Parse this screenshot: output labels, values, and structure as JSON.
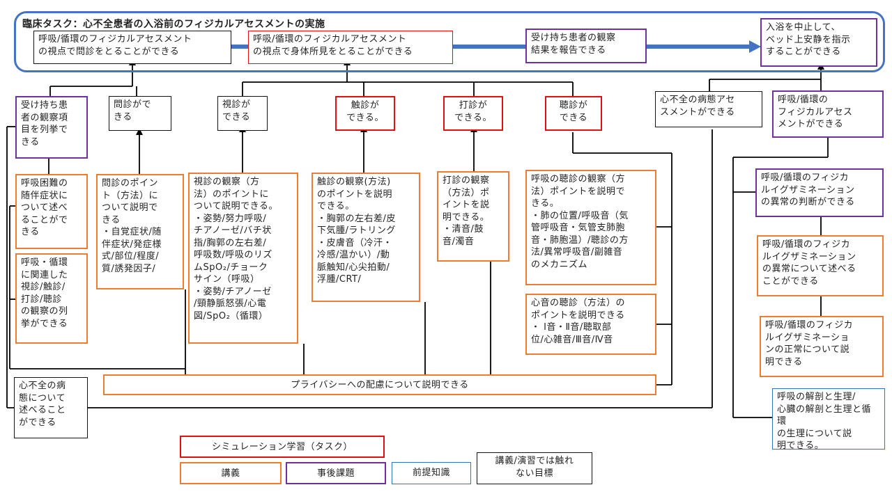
{
  "title": "臨床タスク：心不全患者の入浴前のフィジカルアセスメントの実施",
  "top": {
    "goal1": "呼吸/循環のフィジカルアセスメント\nの視点で問診をとることができる",
    "goal2": "呼吸/循環のフィジカルアセスメント\nの視点で身体所見をとることができる",
    "goal3": "受け持ち患者の観察\n結果を報告できる",
    "goal4": "入浴を中止して、\nベッド上安静を指示\nすることができる"
  },
  "mid": {
    "observe_list": "受け持ち患\n者の観察項\n目を列挙で\nきる",
    "interview": "問診がで\nきる",
    "inspection": "視診が\nできる",
    "palpation": "触診が\nできる。",
    "percussion": "打診が\nできる。",
    "auscultation": "聴診が\nできる",
    "hf_assess": "心不全の病態アセ\nスメントができる",
    "physical_assess": "呼吸/循環の\nフィジカルアセス\nメントができる"
  },
  "low": {
    "dyspnea": "呼吸困難の\n随伴症状に\nついて述べ\nることがで\nきる",
    "related_obs": "呼吸・循環\nに関連した\n視診/触診/\n打診/聴診\nの観察の列\n挙ができる",
    "interview_points": "問診のポイン\nト（方法）に\nついて説明で\nきる\n・自覚症状/随\n伴症状/発症様\n式/部位/程度/\n質/誘発因子/",
    "inspection_points": "視診の観察（方\n法）のポイントに\nついて説明できる。\n・姿勢/努力呼吸/\nチアノーゼ/バチ状\n指/胸郭の左右差/\n呼吸数/呼吸のリズ\nムSpO₂/チョーク\nサイン（呼吸）\n・姿勢/チアノーゼ\n/頸静脈怒張/心電\n図/SpO₂（循環）",
    "palpation_points": "触診の観察(方法)\nのポイントを説明\nできる。\n・胸郭の左右差/皮\n下気腫/ラトリング\n・皮膚音（冷汗・\n冷感/温かい）/動\n脈触知/心尖拍動/\n浮腫/CRT/",
    "percussion_points": "打診の観察\n（方法）ポ\nイントを説\n明できる。\n・清音/鼓\n音/濁音",
    "breath_sounds": "呼吸の聴診の観察（方\n法）ポイントを説明で\nきる。\n・肺の位置/呼吸音（気\n管呼吸音・気管支肺胞\n音・肺胞温）/聴診の方\n法/異常呼吸音/副雑音\nのメカニズム",
    "heart_sounds": "心音の聴診（方法）の\nポイントを説明できる\n・ Ⅰ音・Ⅱ音/聴取部\n位/心雑音/Ⅲ音/Ⅳ音",
    "privacy": "プライバシーへの配慮について説明できる",
    "hf_describe": "心不全の病\n態について\n述べること\nができる",
    "abnormal_judge": "呼吸/循環のフィジカ\nルイグザミネーション\nの異常の判断ができる",
    "abnormal_describe": "呼吸/循環のフィジカ\nルイグザミネーション\nの異常について述べる\nことができる",
    "normal_explain": "呼吸/循環のフィジカ\nルイグザミネーショ\nンの正常について説\n明できる",
    "anatomy": "呼吸の解剖と生理/\n心臓の解剖と生理と循環\nの生理について説\n明できる。"
  },
  "legend": {
    "simulation": "シミュレーション学習（タスク）",
    "lecture": "講義",
    "homework": "事後課題",
    "prereq": "前提知識",
    "not_target": "講義/演習では触れ\nない目標"
  },
  "colors": {
    "frame": "#4472c4",
    "arrow": "#4472c4",
    "red": "#e01010",
    "purple": "#7030a0",
    "orange": "#ed7d31",
    "blue": "#2e75b6"
  }
}
